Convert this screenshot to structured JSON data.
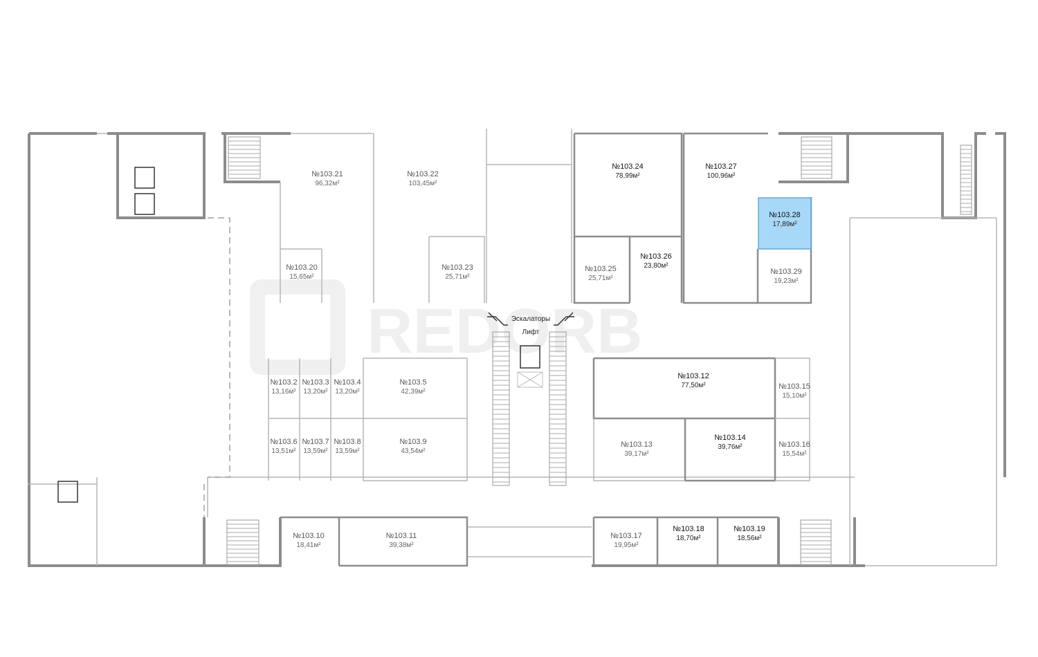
{
  "watermark": "REDORB",
  "labels": {
    "escalators": "Эскалаторы",
    "lift": "Лифт"
  },
  "colors": {
    "wall": "#8c8c8c",
    "line": "#b5b5b5",
    "selected": "#a8d8f8",
    "selected_border": "#6aa8d0"
  },
  "units": [
    {
      "id": "103.2",
      "num": "№103.2",
      "area": "13,16м²"
    },
    {
      "id": "103.3",
      "num": "№103.3",
      "area": "13,20м²"
    },
    {
      "id": "103.4",
      "num": "№103.4",
      "area": "13,20м²"
    },
    {
      "id": "103.5",
      "num": "№103.5",
      "area": "42,39м²"
    },
    {
      "id": "103.6",
      "num": "№103.6",
      "area": "13,51м²"
    },
    {
      "id": "103.7",
      "num": "№103.7",
      "area": "13,59м²"
    },
    {
      "id": "103.8",
      "num": "№103.8",
      "area": "13,59м²"
    },
    {
      "id": "103.9",
      "num": "№103.9",
      "area": "43,54м²"
    },
    {
      "id": "103.10",
      "num": "№103.10",
      "area": "18,41м²"
    },
    {
      "id": "103.11",
      "num": "№103.11",
      "area": "39,38м²"
    },
    {
      "id": "103.12",
      "num": "№103.12",
      "area": "77,50м²"
    },
    {
      "id": "103.13",
      "num": "№103.13",
      "area": "39,17м²"
    },
    {
      "id": "103.14",
      "num": "№103.14",
      "area": "39,76м²"
    },
    {
      "id": "103.15",
      "num": "№103.15",
      "area": "15,10м²"
    },
    {
      "id": "103.16",
      "num": "№103.16",
      "area": "15,54м²"
    },
    {
      "id": "103.17",
      "num": "№103.17",
      "area": "19,95м²"
    },
    {
      "id": "103.18",
      "num": "№103.18",
      "area": "18,70м²"
    },
    {
      "id": "103.19",
      "num": "№103.19",
      "area": "18,56м²"
    },
    {
      "id": "103.20",
      "num": "№103.20",
      "area": "15,65м²"
    },
    {
      "id": "103.21",
      "num": "№103.21",
      "area": "96,32м²"
    },
    {
      "id": "103.22",
      "num": "№103.22",
      "area": "103,45м²"
    },
    {
      "id": "103.23",
      "num": "№103.23",
      "area": "25,71м²"
    },
    {
      "id": "103.24",
      "num": "№103.24",
      "area": "78,99м²"
    },
    {
      "id": "103.25",
      "num": "№103.25",
      "area": "25,71м²"
    },
    {
      "id": "103.26",
      "num": "№103.26",
      "area": "23,80м²"
    },
    {
      "id": "103.27",
      "num": "№103.27",
      "area": "100,96м²"
    },
    {
      "id": "103.28",
      "num": "№103.28",
      "area": "17,89м²",
      "selected": true
    },
    {
      "id": "103.29",
      "num": "№103.29",
      "area": "19,23м²"
    }
  ]
}
